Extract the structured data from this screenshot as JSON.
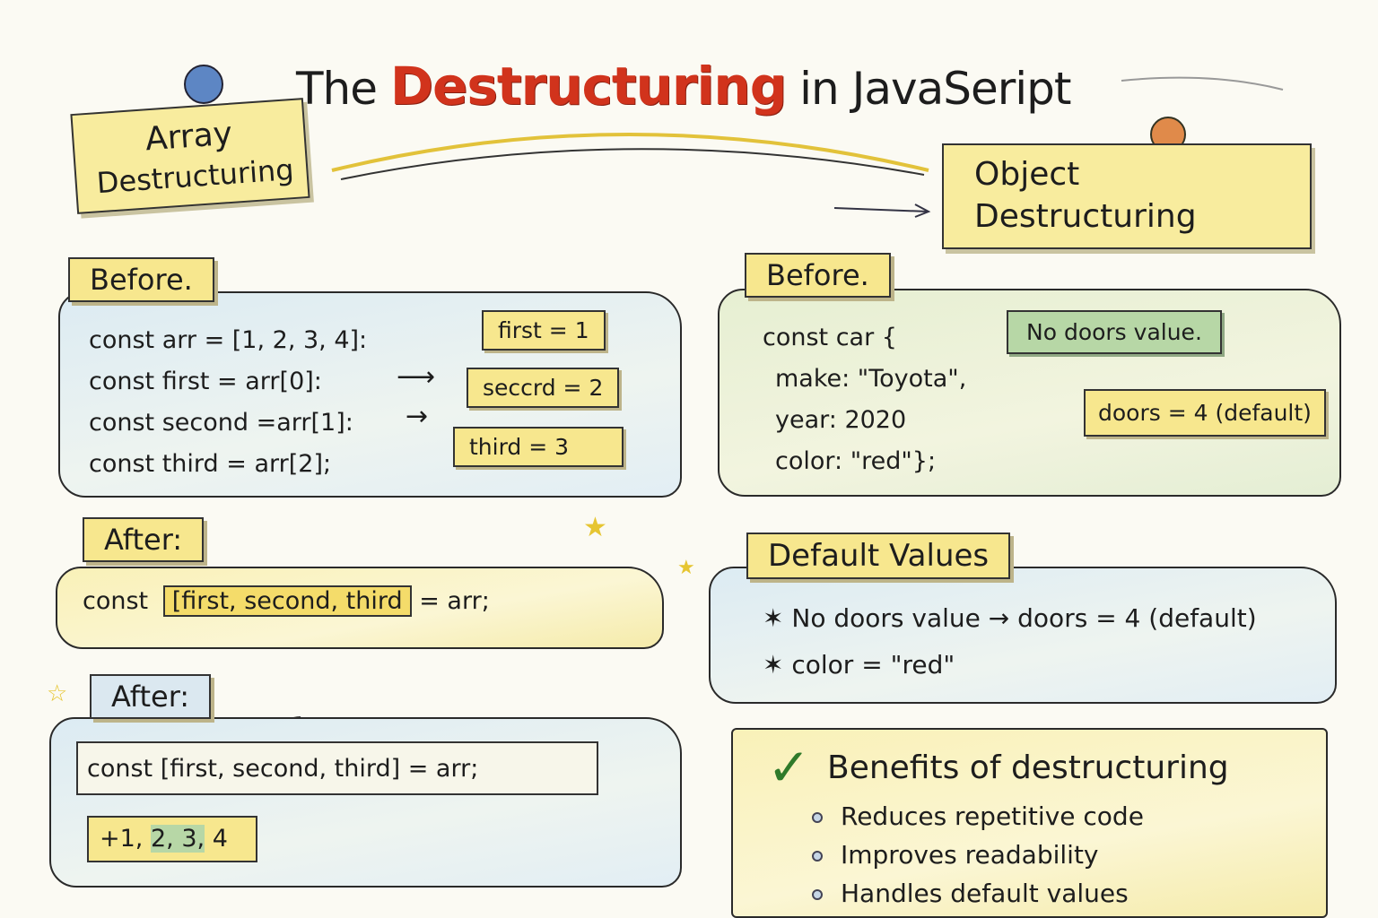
{
  "title": {
    "prefix": "The",
    "highlight": "Destructuring",
    "suffix": "in JavaSeript"
  },
  "array_note": {
    "line1": "Array",
    "line2": "Destructuring"
  },
  "object_note": {
    "line1": "Object",
    "line2": "Destructuring"
  },
  "array_before": {
    "label": "Before.",
    "lines": [
      "const arr = [1, 2, 3, 4]:",
      "const first = arr[0]:",
      "const second =arr[1]:",
      "const third = arr[2];"
    ],
    "results": [
      "first = 1",
      "seccrd = 2",
      "third = 3"
    ]
  },
  "array_after1": {
    "label": "After:",
    "prefix": "const",
    "highlight": "[first, second, third",
    "suffix": "= arr;"
  },
  "array_after2": {
    "label": "After:",
    "code": "const [first, second, third] = arr;",
    "result_a": "+1,",
    "result_b": "2, 3,",
    "result_c": "4"
  },
  "object_before": {
    "label": "Before.",
    "lines": [
      "const car {",
      "make: \"Toyota\",",
      "year:  2020",
      "color: \"red\"};"
    ],
    "note": "No doors value.",
    "result": "doors = 4 (default)"
  },
  "default_values": {
    "label": "Default Values",
    "items": [
      {
        "left": "No doors value",
        "arrow": "→",
        "right": "doors = 4 (default)"
      },
      {
        "left": "color = \"red\""
      }
    ]
  },
  "benefits": {
    "title": "Benefits of destructuring",
    "items": [
      "Reduces repetitive code",
      "Improves readability",
      "Handles default values"
    ]
  },
  "colors": {
    "accent": "#d1331c",
    "note": "#f7e78e",
    "green": "#b7d7a6"
  }
}
